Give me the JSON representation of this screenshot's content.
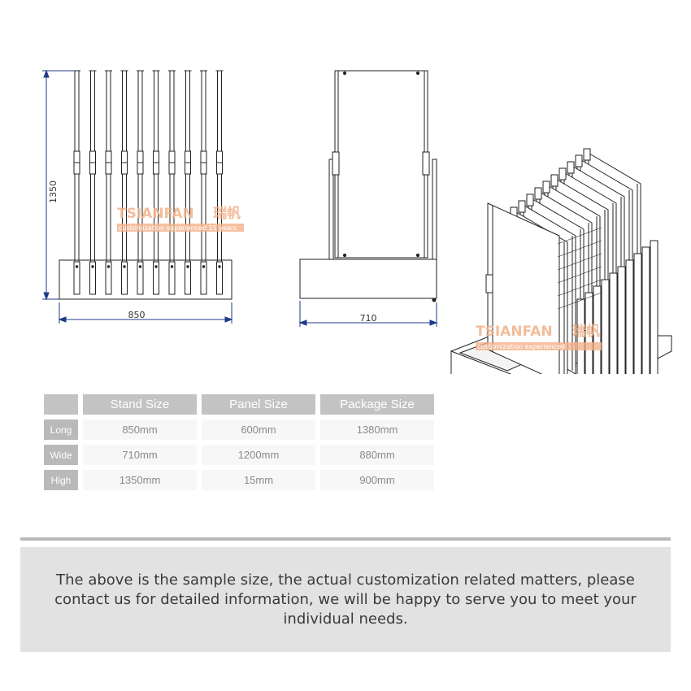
{
  "drawing": {
    "front": {
      "height_label": "1350",
      "width_label": "850",
      "panel_count": 10
    },
    "side": {
      "width_label": "710"
    },
    "watermark": {
      "brand": "TSIANFAN",
      "brand_cn": "瑞帆",
      "tagline": "customization experienced 15 years",
      "tagline_short": "customization experienced"
    },
    "line_color": "#222222",
    "dimension_color": "#1f3a8a"
  },
  "spec_table": {
    "headers": [
      "Stand Size",
      "Panel Size",
      "Package Size"
    ],
    "rows": [
      {
        "label": "Long",
        "values": [
          "850mm",
          "600mm",
          "1380mm"
        ]
      },
      {
        "label": "Wide",
        "values": [
          "710mm",
          "1200mm",
          "880mm"
        ]
      },
      {
        "label": "High",
        "values": [
          "1350mm",
          "15mm",
          "900mm"
        ]
      }
    ]
  },
  "note": {
    "text": "The above is the sample size, the actual customization related matters, please contact us for detailed information, we will be happy to serve you to meet your individual needs."
  }
}
